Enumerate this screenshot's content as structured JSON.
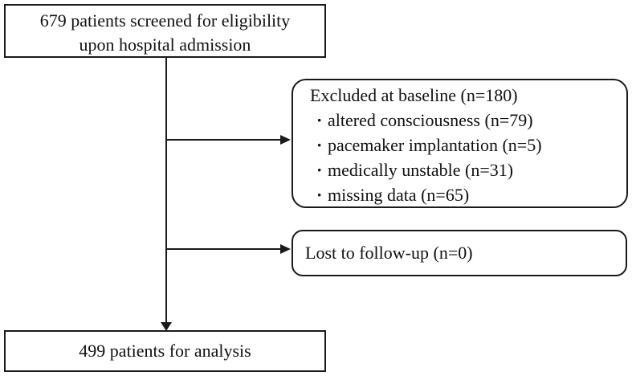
{
  "flowchart": {
    "screened": {
      "line1": "679 patients screened for eligibility",
      "line2": "upon hospital admission"
    },
    "excluded": {
      "title": "Excluded at baseline (n=180)",
      "bullet_char": "·",
      "items": [
        "altered consciousness (n=79)",
        "pacemaker implantation (n=5)",
        "medically unstable (n=31)",
        "missing data (n=65)"
      ]
    },
    "lost": {
      "label": "Lost to follow-up (n=0)"
    },
    "analysis": {
      "label": "499 patients for analysis"
    }
  },
  "colors": {
    "border": "#1a1a1a",
    "text": "#111111",
    "background": "#ffffff"
  }
}
